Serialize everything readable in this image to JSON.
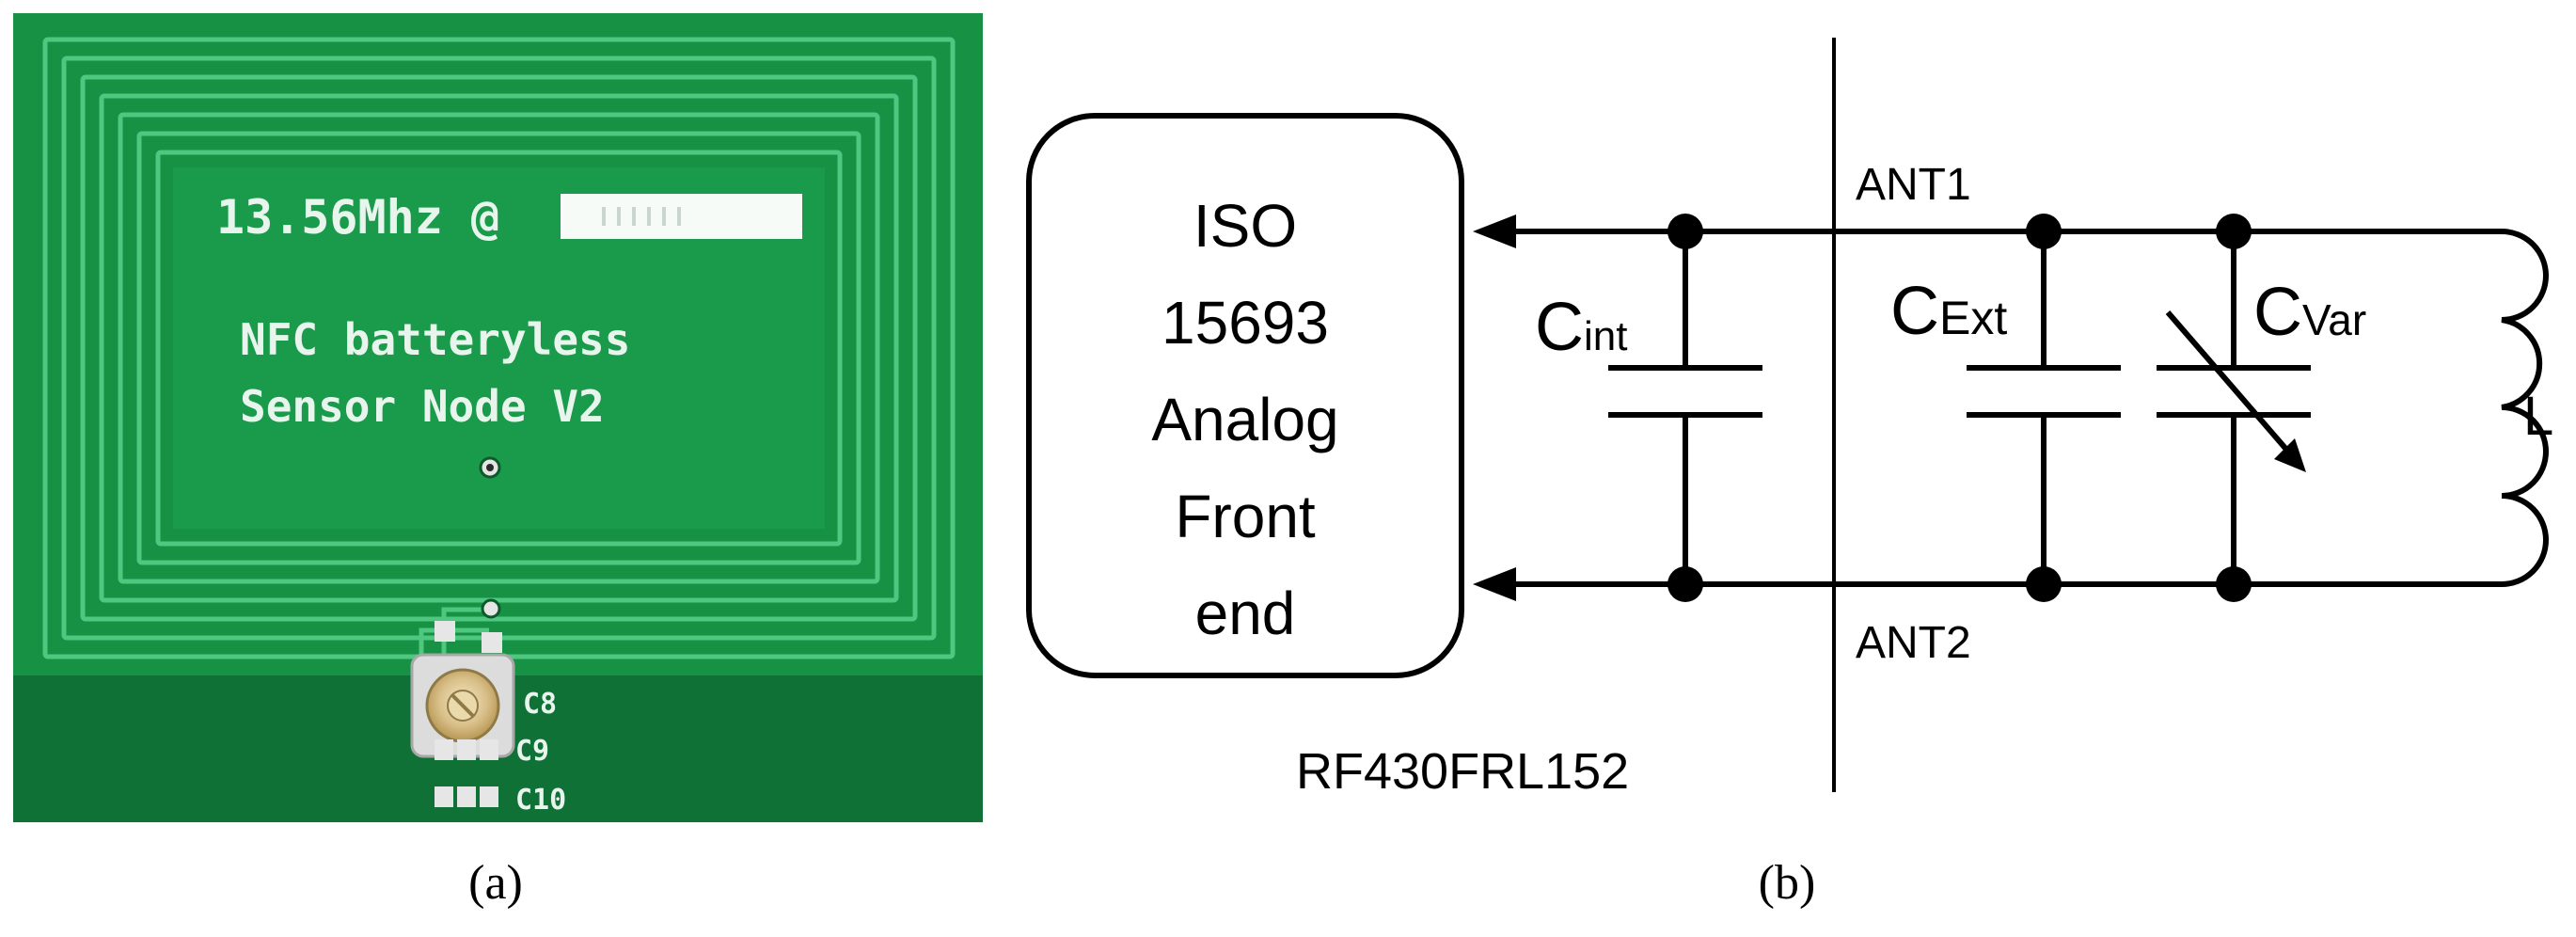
{
  "panel_a": {
    "caption": "(a)",
    "board_line1": "13.56Mhz @",
    "board_line2": "NFC batteryless",
    "board_line3": "Sensor Node V2",
    "parts": {
      "c8": "C8",
      "c9": "C9",
      "c10": "C10"
    },
    "colors": {
      "board": "#179144",
      "trace": "#4fc780",
      "silk": "#e8f5ec"
    }
  },
  "panel_b": {
    "caption": "(b)",
    "block_lines": [
      "ISO",
      "15693",
      "Analog",
      "Front",
      "end"
    ],
    "chip_name": "RF430FRL152",
    "components": {
      "cint": {
        "main": "C",
        "sub": "int"
      },
      "cext": {
        "main": "C",
        "sub": "Ext"
      },
      "cvar": {
        "main": "C",
        "sub": "Var"
      },
      "inductor": "L"
    },
    "nodes": {
      "ant1": "ANT1",
      "ant2": "ANT2"
    }
  }
}
